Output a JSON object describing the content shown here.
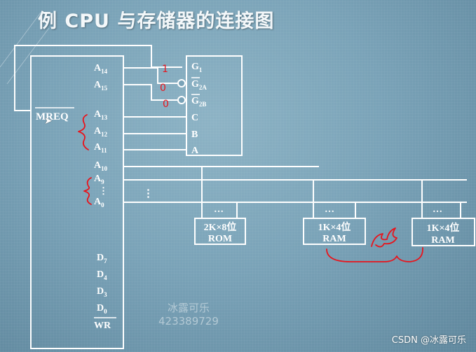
{
  "title": "例 CPU 与存储器的连接图",
  "cpu": {
    "mreq": "MREQ",
    "addr_top": [
      {
        "base": "A",
        "sub": "14"
      },
      {
        "base": "A",
        "sub": "15"
      }
    ],
    "addr_cba": [
      {
        "base": "A",
        "sub": "13"
      },
      {
        "base": "A",
        "sub": "12"
      },
      {
        "base": "A",
        "sub": "11"
      }
    ],
    "addr_a10": {
      "base": "A",
      "sub": "10"
    },
    "addr_low": [
      {
        "base": "A",
        "sub": "9"
      },
      {
        "base": "A",
        "sub": "0"
      }
    ],
    "data": [
      {
        "base": "D",
        "sub": "7"
      },
      {
        "base": "D",
        "sub": "4"
      },
      {
        "base": "D",
        "sub": "3"
      },
      {
        "base": "D",
        "sub": "0"
      }
    ],
    "wr": "WR"
  },
  "decoder": {
    "inputs": [
      {
        "base": "G",
        "sub": "1",
        "bar": false
      },
      {
        "base": "G",
        "sub": "2A",
        "bar": true
      },
      {
        "base": "G",
        "sub": "2B",
        "bar": true
      },
      {
        "base": "C",
        "sub": "",
        "bar": false
      },
      {
        "base": "B",
        "sub": "",
        "bar": false
      },
      {
        "base": "A",
        "sub": "",
        "bar": false
      }
    ]
  },
  "chips": [
    {
      "line1": "2K×8位",
      "line2": "ROM",
      "dots": "…"
    },
    {
      "line1": "1K×4位",
      "line2": "RAM",
      "dots": "…"
    },
    {
      "line1": "1K×4位",
      "line2": "RAM",
      "dots": "…"
    }
  ],
  "annotations": {
    "g1_mark": "1",
    "g2a_mark": "0",
    "g2b_mark": "0"
  },
  "watermark": {
    "line1": "冰露可乐",
    "line2": "423389729"
  },
  "credit": "CSDN @冰露可乐",
  "colors": {
    "background": "#7aa3b8",
    "lines": "#ffffff",
    "annotation": "#e8141c"
  },
  "icons": [
    "mouse-cursor-icon"
  ]
}
